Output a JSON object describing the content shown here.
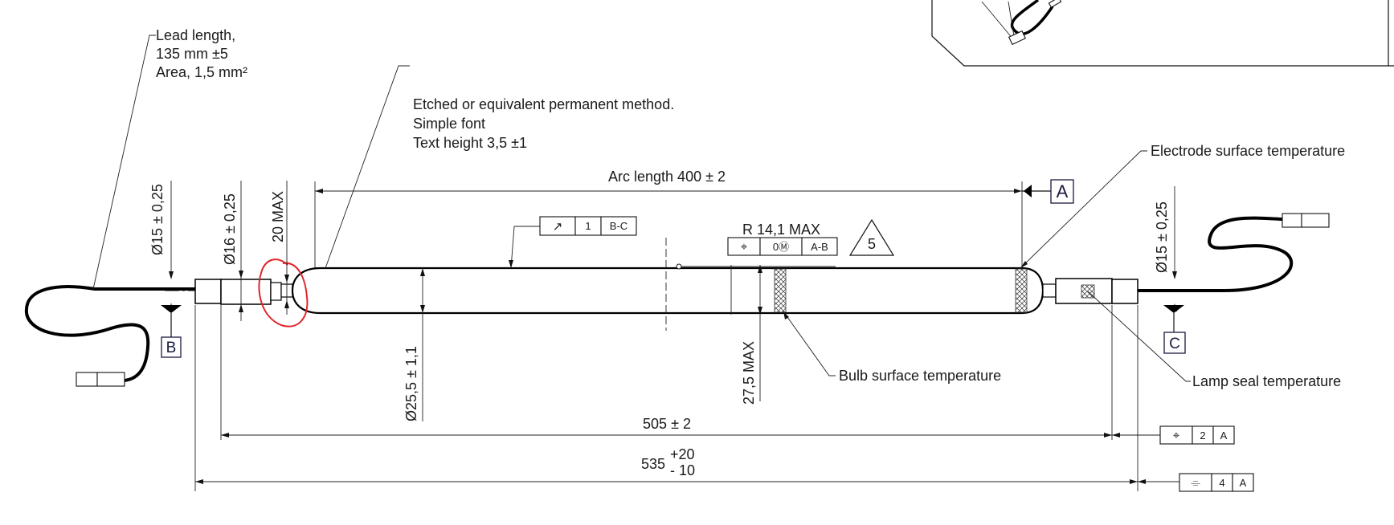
{
  "notes": {
    "lead_length": [
      "Lead length,",
      "135 mm ±5",
      "Area, 1,5 mm²"
    ],
    "marking": [
      "Etched or equivalent permanent method.",
      "Simple font",
      "Text height 3,5 ±1"
    ]
  },
  "dimensions": {
    "arc_length": "Arc length 400 ± 2",
    "dia_left_end": "Ø15 ± 0,25",
    "dia_left_cap": "Ø16 ± 0,25",
    "max_20": "20 MAX",
    "dia_bulb": "Ø25,5 ± 1,1",
    "max_27_5": "27,5 MAX",
    "radius": "R 14,1 MAX",
    "dia_right_end": "Ø15 ± 0,25",
    "len_505": "505 ± 2",
    "len_535": "535",
    "len_535_plus": "+20",
    "len_535_minus": "- 10"
  },
  "labels": {
    "electrode": "Electrode surface temperature",
    "bulb": "Bulb surface temperature",
    "seal": "Lamp seal temperature"
  },
  "datums": {
    "a": "A",
    "b": "B",
    "c": "C"
  },
  "triangle_note": "5",
  "fcf": {
    "runout": {
      "symbol": "↗",
      "value": "1",
      "ref": "B-C"
    },
    "position_top": {
      "symbol": "⌖",
      "value": "0Ⓜ",
      "ref": "A-B"
    },
    "position_bottom": {
      "symbol": "⌖",
      "value": "2",
      "ref": "A"
    },
    "symmetry": {
      "symbol": "⌯",
      "value": "4",
      "ref": "A"
    }
  }
}
